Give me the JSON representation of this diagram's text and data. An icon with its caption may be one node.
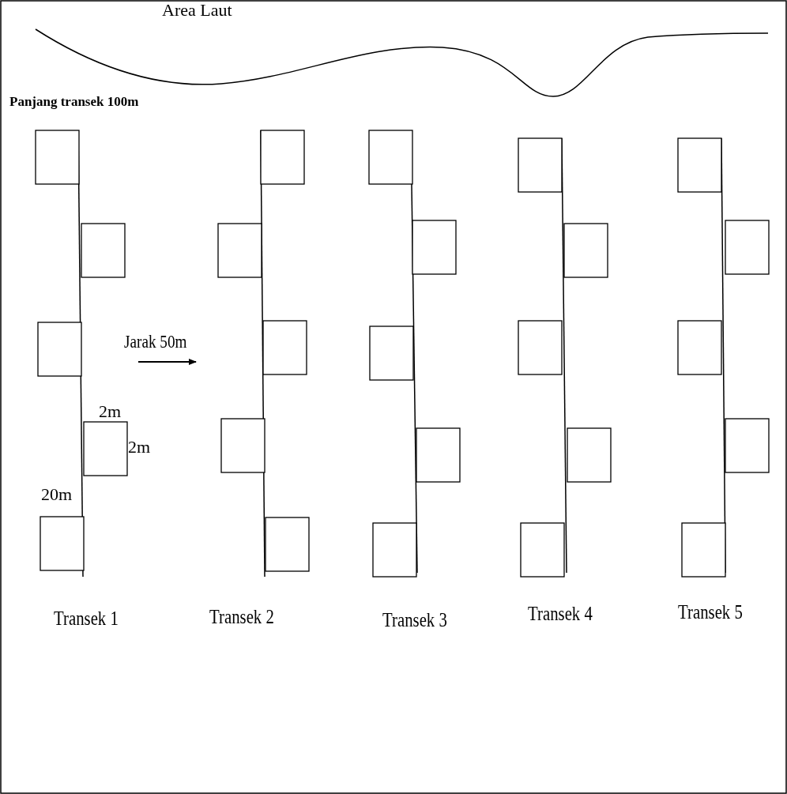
{
  "diagram": {
    "labels": [
      "Area Laut",
      "Panjang transek 100m",
      "Jarak 50m",
      "2m",
      "2m",
      "20m",
      "Transek 1",
      "Transek 2",
      "Transek 3",
      "Transek 4",
      "Transek 5"
    ]
  }
}
